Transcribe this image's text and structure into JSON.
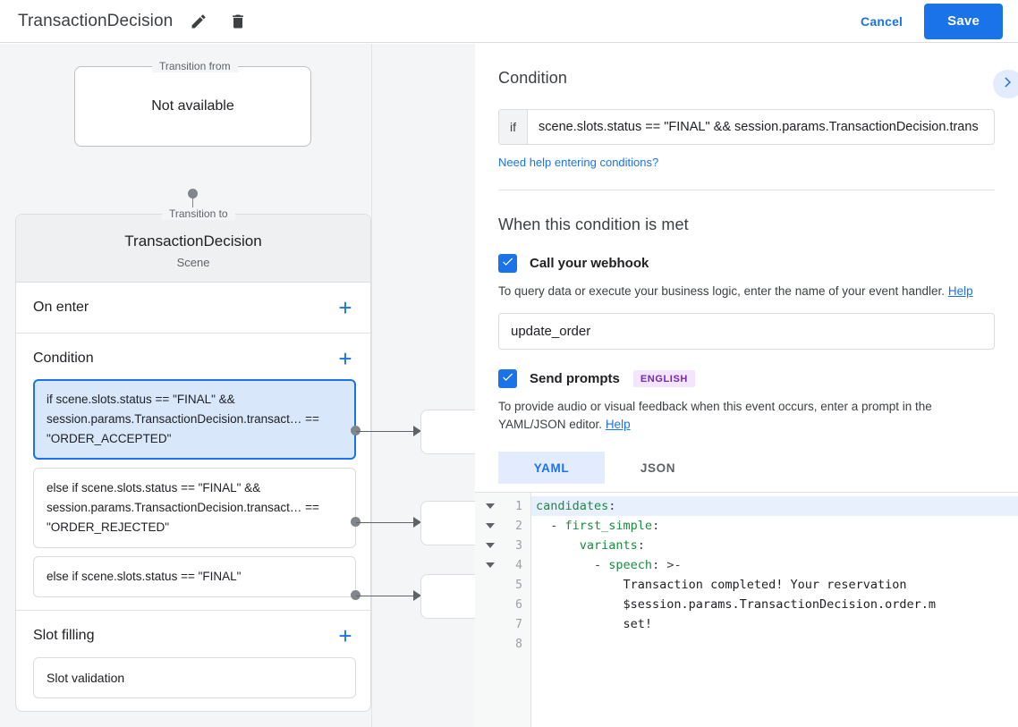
{
  "topbar": {
    "title": "TransactionDecision",
    "edit_icon": "pencil-icon",
    "delete_icon": "trash-icon",
    "cancel_label": "Cancel",
    "save_label": "Save",
    "accent_color": "#1a73e8"
  },
  "canvas": {
    "transition_from": {
      "legend": "Transition from",
      "value": "Not available"
    },
    "transition_to": {
      "legend": "Transition to",
      "name": "TransactionDecision",
      "type": "Scene"
    },
    "sections": [
      {
        "title": "On enter",
        "add_label": "+"
      },
      {
        "title": "Condition",
        "add_label": "+"
      },
      {
        "title": "Slot filling",
        "add_label": "+"
      }
    ],
    "conditions": [
      {
        "text": "if scene.slots.status == \"FINAL\" && session.params.TransactionDecision.transact… == \"ORDER_ACCEPTED\"",
        "selected": true
      },
      {
        "text": "else if scene.slots.status == \"FINAL\" && session.params.TransactionDecision.transact… == \"ORDER_REJECTED\"",
        "selected": false
      },
      {
        "text": "else if scene.slots.status == \"FINAL\"",
        "selected": false
      }
    ],
    "slot_filling_items": [
      {
        "text": "Slot validation"
      }
    ]
  },
  "panel": {
    "condition_heading": "Condition",
    "expand_icon": "chevron-right-icon",
    "if_prefix": "if",
    "condition_value": "scene.slots.status == \"FINAL\" && session.params.TransactionDecision.trans",
    "help_link": "Need help entering conditions?",
    "when_met_heading": "When this condition is met",
    "webhook": {
      "label": "Call your webhook",
      "checked": true,
      "description": "To query data or execute your business logic, enter the name of your event handler.",
      "help_label": "Help",
      "handler_value": "update_order",
      "handler_placeholder": ""
    },
    "prompts": {
      "label": "Send prompts",
      "checked": true,
      "language_badge": "ENGLISH",
      "description": "To provide audio or visual feedback when this event occurs, enter a prompt in the YAML/JSON editor.",
      "help_label": "Help",
      "tabs": [
        {
          "label": "YAML",
          "active": true
        },
        {
          "label": "JSON",
          "active": false
        }
      ],
      "editor": {
        "lines": [
          {
            "num": "1",
            "fold": true,
            "highlight": true,
            "segments": [
              {
                "cls": "k",
                "text": "candidates"
              },
              {
                "cls": "p",
                "text": ":"
              }
            ]
          },
          {
            "num": "2",
            "fold": true,
            "highlight": false,
            "segments": [
              {
                "cls": "p",
                "text": "  - "
              },
              {
                "cls": "k",
                "text": "first_simple"
              },
              {
                "cls": "p",
                "text": ":"
              }
            ]
          },
          {
            "num": "3",
            "fold": true,
            "highlight": false,
            "segments": [
              {
                "cls": "k",
                "text": "      variants"
              },
              {
                "cls": "p",
                "text": ":"
              }
            ]
          },
          {
            "num": "4",
            "fold": true,
            "highlight": false,
            "segments": [
              {
                "cls": "p",
                "text": "        - "
              },
              {
                "cls": "k",
                "text": "speech"
              },
              {
                "cls": "p",
                "text": ": >-"
              }
            ]
          },
          {
            "num": "5",
            "fold": false,
            "highlight": false,
            "segments": [
              {
                "cls": "t",
                "text": "            Transaction completed! Your reservation"
              }
            ]
          },
          {
            "num": "6",
            "fold": false,
            "highlight": false,
            "segments": [
              {
                "cls": "t",
                "text": "            $session.params.TransactionDecision.order.m"
              }
            ]
          },
          {
            "num": "7",
            "fold": false,
            "highlight": false,
            "segments": [
              {
                "cls": "t",
                "text": "            set!"
              }
            ]
          },
          {
            "num": "8",
            "fold": false,
            "highlight": false,
            "segments": []
          }
        ]
      }
    }
  }
}
